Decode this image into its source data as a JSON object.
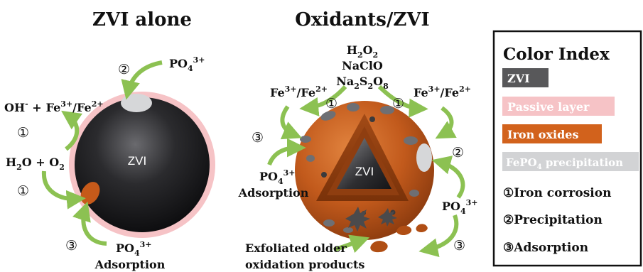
{
  "left_panel": {
    "title": "ZVI alone",
    "core_label": "ZVI",
    "reactant_water": "H",
    "reactant_water_sub": "2",
    "reactant_water_rest": "O + O",
    "reactant_oxygen_sub": "2",
    "hydroxide": "OH",
    "hydroxide_sup": "-",
    "plus": " +",
    "iron_ions": "Fe",
    "iron_ions_sup1": "3+",
    "iron_ions_mid": "/Fe",
    "iron_ions_sup2": "2+",
    "phosphate": "PO",
    "phosphate_sub": "4",
    "phosphate_sup": "3+",
    "adsorption": "Adsorption",
    "step1": "①",
    "step2": "②",
    "step3": "③"
  },
  "right_panel": {
    "title": "Oxidants/ZVI",
    "core_label": "ZVI",
    "oxidant1": "H",
    "oxidant1_sub1": "2",
    "oxidant1_mid": "O",
    "oxidant1_sub2": "2",
    "oxidant2": "NaClO",
    "oxidant3_a": "Na",
    "oxidant3_sub1": "2",
    "oxidant3_b": "S",
    "oxidant3_sub2": "2",
    "oxidant3_c": "O",
    "oxidant3_sub3": "8",
    "iron_ions": "Fe",
    "iron_ions_sup1": "3+",
    "iron_ions_mid": "/Fe",
    "iron_ions_sup2": "2+",
    "phosphate": "PO",
    "phosphate_sub": "4",
    "phosphate_sup": "3+",
    "adsorption": "Adsorption",
    "exfoliated_line1": "Exfoliated older",
    "exfoliated_line2": "oxidation products",
    "step1": "①",
    "step2": "②",
    "step3": "③"
  },
  "legend": {
    "title": "Color Index",
    "items": [
      {
        "label": "ZVI",
        "color": "#58585a"
      },
      {
        "label": "Passive layer",
        "color": "#f6c3c6"
      },
      {
        "label": "Iron oxides",
        "color": "#d2621c"
      },
      {
        "label": "FePO",
        "sub": "4",
        "rest": " precipitation",
        "color": "#d2d3d5"
      }
    ],
    "steps": [
      {
        "symbol": "①",
        "label": "Iron corrosion"
      },
      {
        "symbol": "②",
        "label": "Precipitation"
      },
      {
        "symbol": "③",
        "label": "Adsorption"
      }
    ]
  },
  "colors": {
    "arrow": "#8cc152",
    "zvi_dark": "#1f1f21",
    "passive": "#f6c3c6",
    "oxide": "#c65a1a",
    "precipitate": "#d6d7d9"
  }
}
